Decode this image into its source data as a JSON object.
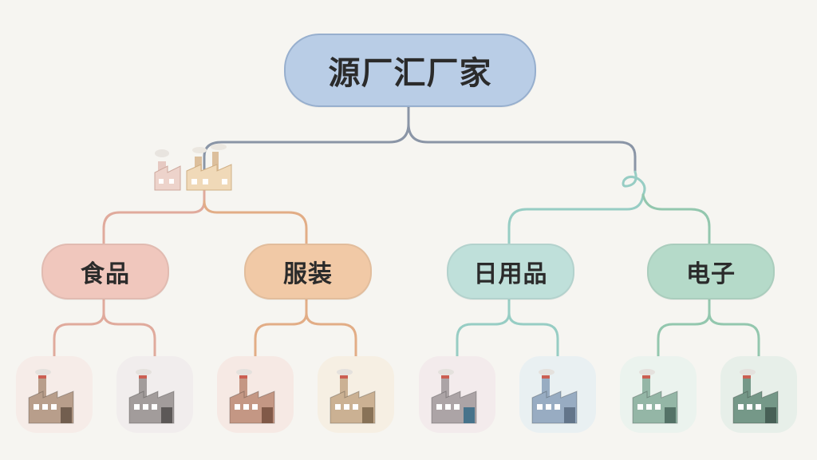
{
  "diagram": {
    "root": {
      "label": "源厂汇厂家",
      "color": "#b9cde6"
    },
    "categories": [
      {
        "label": "食品",
        "color": "#f0c7bd",
        "line": "#e0aa9c"
      },
      {
        "label": "服装",
        "color": "#f1c9a6",
        "line": "#e2ad86"
      },
      {
        "label": "日用品",
        "color": "#bfe0da",
        "line": "#97cdc4"
      },
      {
        "label": "电子",
        "color": "#b5dac9",
        "line": "#93c7ae"
      }
    ],
    "top_connector_color": "#8a95a6",
    "factories": [
      {
        "bg": "#f7ece8",
        "body": "#b59a86",
        "door": "#6b5647"
      },
      {
        "bg": "#f1eded",
        "body": "#9e9897",
        "door": "#54504f"
      },
      {
        "bg": "#f6e9e4",
        "body": "#c2937f",
        "door": "#7b5140"
      },
      {
        "bg": "#f6efe3",
        "body": "#c9ae8e",
        "door": "#836b4f"
      },
      {
        "bg": "#f3ebec",
        "body": "#a9a0a3",
        "door": "#3e6d86"
      },
      {
        "bg": "#e9f0f3",
        "body": "#93a9c0",
        "door": "#5c6f85"
      },
      {
        "bg": "#ebf3ee",
        "body": "#8fb3a3",
        "door": "#4c6b60"
      },
      {
        "bg": "#e7efe9",
        "body": "#6f9483",
        "door": "#3e594e"
      }
    ]
  }
}
